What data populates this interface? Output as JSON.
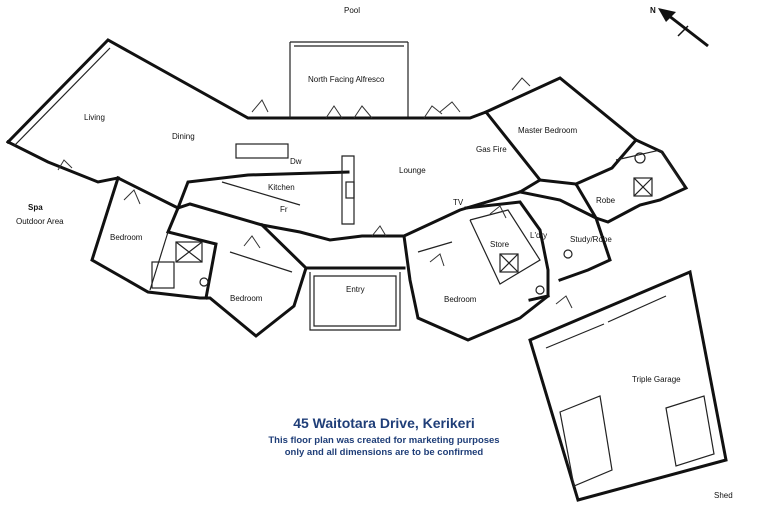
{
  "labels": {
    "pool": "Pool",
    "alfresco": "North Facing Alfresco",
    "living": "Living",
    "dining": "Dining",
    "kitchen": "Kitchen",
    "dw": "Dw",
    "fr": "Fr",
    "lounge": "Lounge",
    "gas_fire": "Gas Fire",
    "tv": "TV",
    "master_bedroom": "Master Bedroom",
    "robe": "Robe",
    "study_robe": "Study/Robe",
    "laundry": "L'dry",
    "store": "Store",
    "bedroom_1": "Bedroom",
    "bedroom_2": "Bedroom",
    "bedroom_3": "Bedroom",
    "entry": "Entry",
    "spa": "Spa",
    "outdoor_area": "Outdoor Area",
    "triple_garage": "Triple Garage",
    "shed": "Shed",
    "north": "N"
  },
  "caption": {
    "title": "45 Waitotara Drive, Kerikeri",
    "line1": "This floor plan was created for marketing purposes",
    "line2": "only and all dimensions are to be confirmed"
  },
  "colors": {
    "walls": "#111111",
    "caption_text": "#1f3e78"
  },
  "icons": {
    "north_arrow": "north-arrow-icon"
  }
}
